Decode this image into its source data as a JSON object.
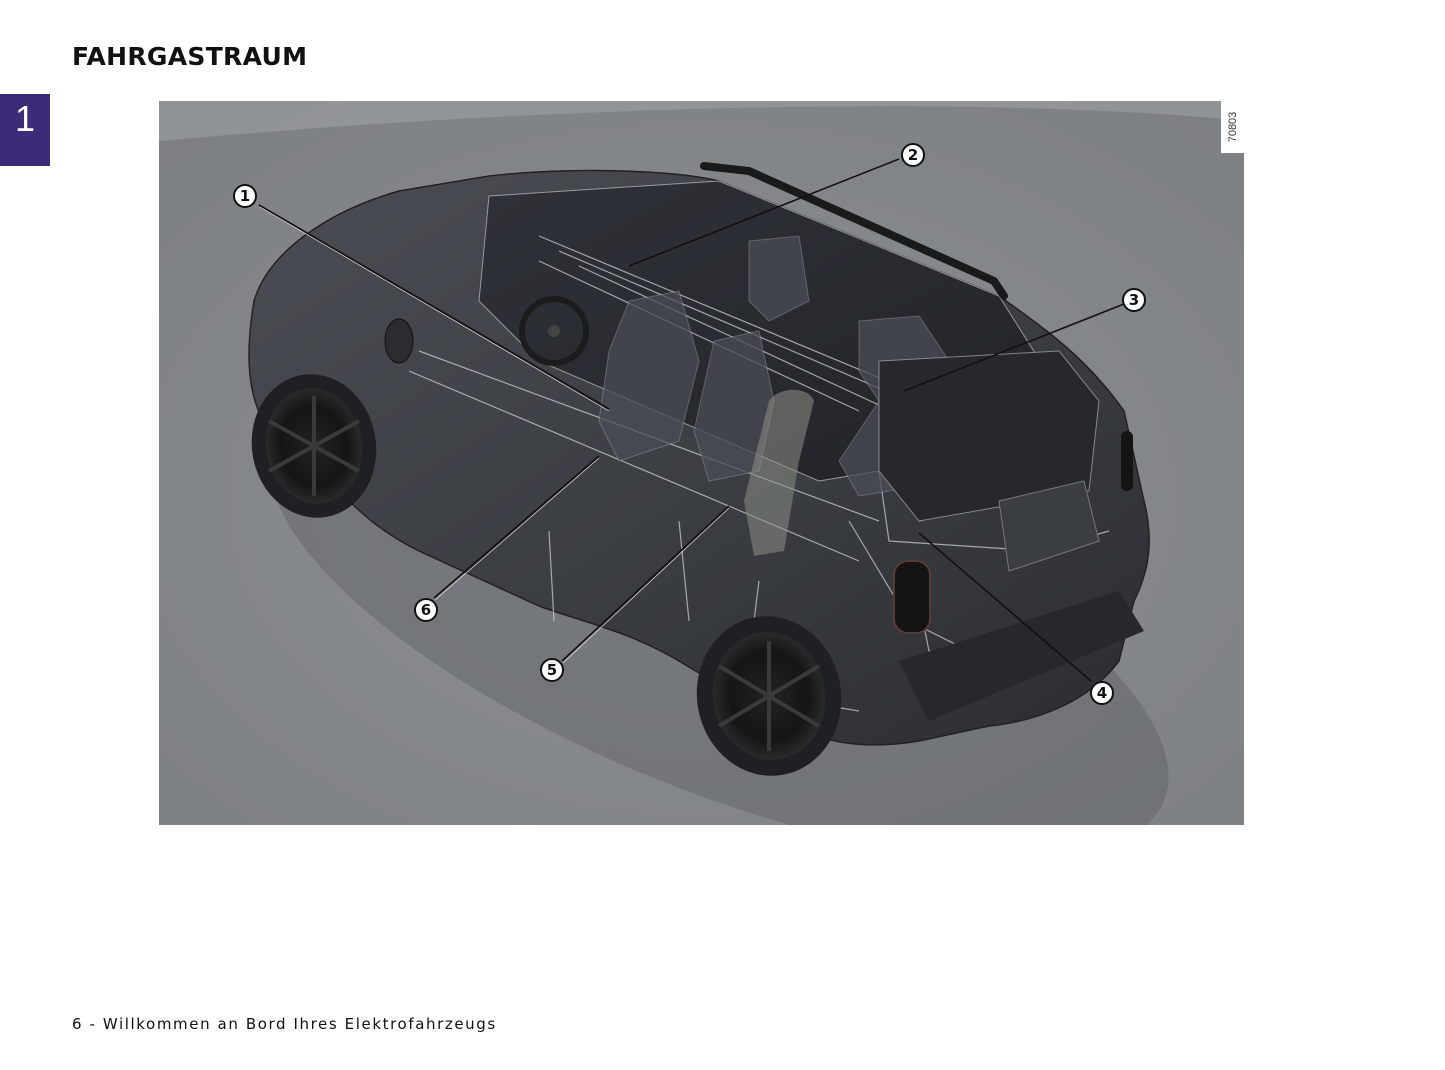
{
  "header": {
    "title": "FAHRGASTRAUM"
  },
  "chapter_tab": {
    "number": "1",
    "color": "#3d2a78"
  },
  "figure": {
    "id": "70803",
    "description": "Schematic view of an electric SUV passenger compartment with numbered callouts",
    "callouts": [
      {
        "number": "1"
      },
      {
        "number": "2"
      },
      {
        "number": "3"
      },
      {
        "number": "4"
      },
      {
        "number": "5"
      },
      {
        "number": "6"
      }
    ]
  },
  "footer": {
    "text": "6 - Willkommen an Bord Ihres Elektrofahrzeugs"
  }
}
